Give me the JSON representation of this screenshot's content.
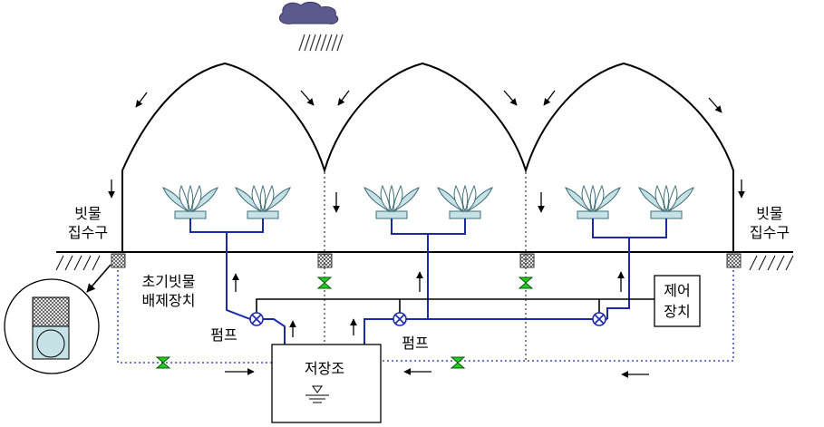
{
  "labels": {
    "rain_collector_left": [
      "빗물",
      "집수구"
    ],
    "rain_collector_right": [
      "빗물",
      "집수구"
    ],
    "first_flush_device": [
      "초기빗물",
      "배제장치"
    ],
    "pump_left": "펌프",
    "pump_right": "펌프",
    "storage_tank": "저장조",
    "control_unit": [
      "제어",
      "장치"
    ]
  },
  "colors": {
    "pipe_blue": "#1a2aa8",
    "valve_green": "#22cc22",
    "plant_fill": "#c6e2e6",
    "plant_stroke": "#3f6f78",
    "cloud": "#5c5a8c",
    "ground_hatch": "#000000"
  },
  "icons": [
    "rain-cloud-icon",
    "rain-streaks-icon",
    "plant-icon",
    "valve-icon",
    "pump-icon",
    "water-level-icon",
    "mesh-filter-icon"
  ]
}
